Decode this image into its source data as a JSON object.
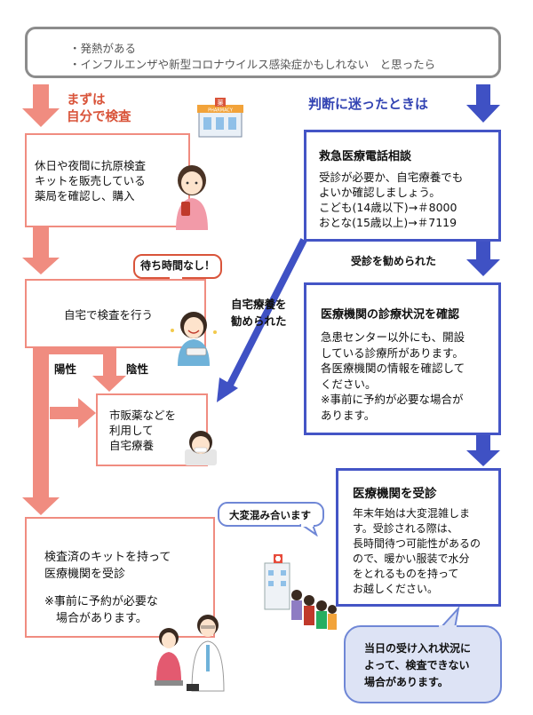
{
  "header": {
    "line1": "・発熱がある",
    "line2": "・インフルエンザや新型コロナウイルス感染症かもしれない　と思ったら"
  },
  "left": {
    "heading": "まずは\n自分で検査",
    "box1": "休日や夜間に抗原検査\nキットを販売している\n薬局を確認し、購入",
    "pharmacy_sign": "PHARMACY",
    "pharmacy_kanji": "薬",
    "bubble_wait": "待ち時間なし！",
    "box2": "自宅で検査を行う",
    "positive": "陽性",
    "negative": "陰性",
    "box3": "市販薬などを\n利用して\n自宅療養",
    "box4_line1": "検査済のキットを持って\n医療機関を受診",
    "box4_line2": "※事前に予約が必要な\n　場合があります。"
  },
  "right": {
    "heading": "判断に迷ったときは",
    "box1_title": "救急医療電話相談",
    "box1_body": "受診が必要か、自宅療養でも\nよいか確認しましょう。\nこども(14歳以下)→＃8000\nおとな(15歳以上)→＃7119",
    "recommend_visit": "受診を勧められた",
    "recommend_home": "自宅療養を\n勧められた",
    "box2_title": "医療機関の診療状況を確認",
    "box2_body": "急患センター以外にも、開設\nしている診療所があります。\n各医療機関の情報を確認して\nください。\n※事前に予約が必要な場合が\nあります。",
    "box3_title": "医療機関を受診",
    "box3_body": "年末年始は大変混雑しま\nす。受診される際は、\n長時間待つ可能性があるの\nので、暖かい服装で水分\nをとれるものを持って\nお越しください。",
    "bubble_crowded": "大変混み合います",
    "note_bubble": "当日の受け入れ状況に\nよって、検査できない\n場合があります。"
  },
  "colors": {
    "pink_arrow": "#f08c80",
    "blue_arrow": "#3f51c4",
    "red_text": "#d9543a",
    "blue_text": "#3344b3"
  },
  "icons": [
    "pharmacy-icon",
    "person-with-phone-icon",
    "person-testing-icon",
    "sick-person-icon",
    "doctor-patient-icon",
    "hospital-queue-icon"
  ]
}
